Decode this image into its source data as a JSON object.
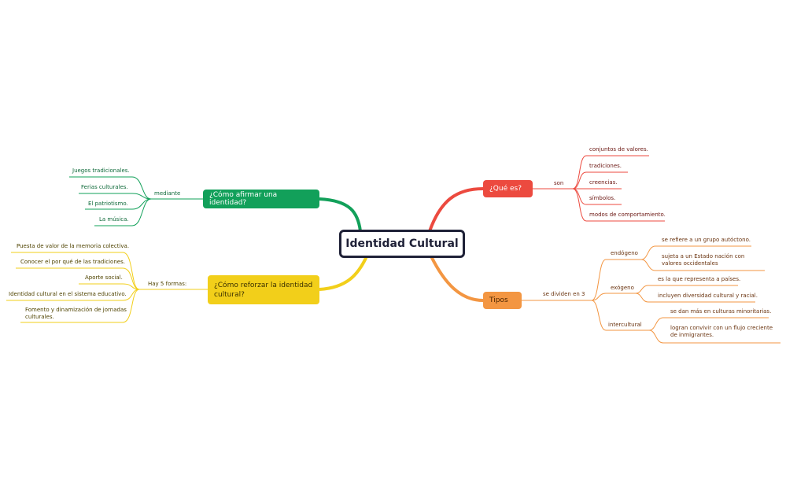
{
  "center": "Identidad Cultural",
  "green": {
    "title": "¿Cómo afirmar una identidad?",
    "connector": "mediante",
    "items": [
      "Juegos tradicionales.",
      "Ferias culturales.",
      "El patriotismo.",
      "La música."
    ]
  },
  "yellow": {
    "title": "¿Cómo reforzar la identidad cultural?",
    "connector": "Hay 5 formas:",
    "items": [
      "Puesta de valor de la memoria colectiva.",
      "Conocer el por qué de las tradiciones.",
      "Aporte social.",
      "Identidad cultural en el sistema educativo.",
      "Fomento y dinamización de jornadas culturales."
    ]
  },
  "red": {
    "title": "¿Qué es?",
    "connector": "son",
    "items": [
      "conjuntos de valores.",
      "tradiciones.",
      "creencias.",
      "símbolos.",
      "modos de comportamiento."
    ]
  },
  "orange": {
    "title": "Tipos",
    "connector": "se dividen en 3",
    "types": [
      {
        "name": "endógeno",
        "items": [
          "se refiere a un grupo autóctono.",
          "sujeta a un Estado nación con valores occidentales"
        ]
      },
      {
        "name": "exógeno",
        "items": [
          "es la que representa a países.",
          "incluyen diversidad cultural y racial."
        ]
      },
      {
        "name": "intercultural",
        "items": [
          "se dan más en culturas minoritarias.",
          "logran convivir con un flujo creciente de inmigrantes."
        ]
      }
    ]
  },
  "colors": {
    "green": "#12a05a",
    "yellow": "#f2cf1a",
    "red": "#ec4a3f",
    "orange": "#f39642",
    "dark": "#1f2137"
  }
}
